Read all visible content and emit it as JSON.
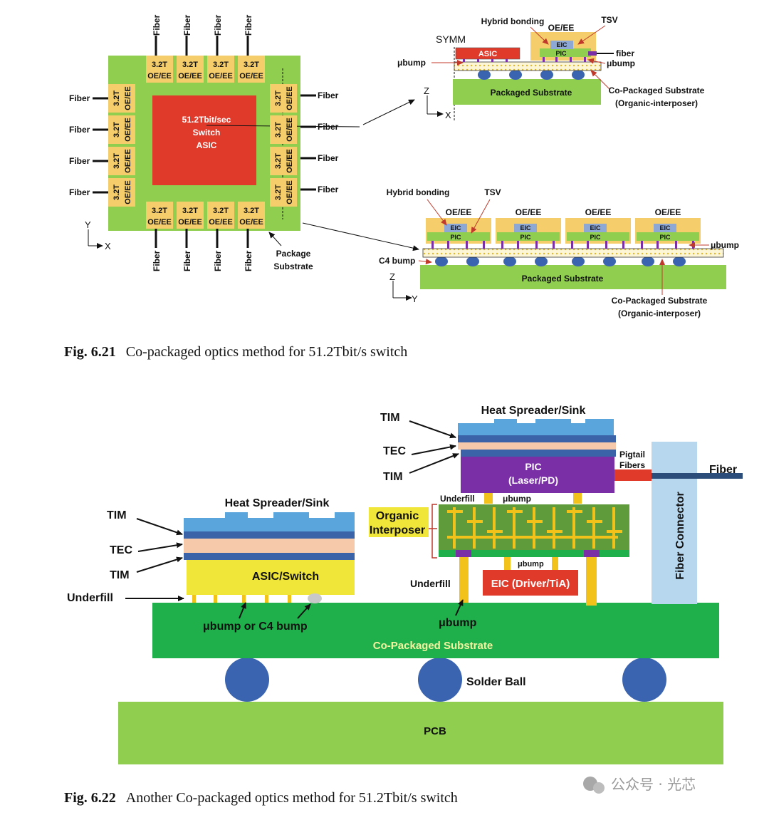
{
  "fig621": {
    "fiber": "Fiber",
    "module_rate": "3.2T",
    "module_type": "OE/EE",
    "asic_line1": "51.2Tbit/sec",
    "asic_line2": "Switch",
    "asic_line3": "ASIC",
    "package_substrate_1": "Package",
    "package_substrate_2": "Substrate",
    "axis_y": "Y",
    "axis_x": "X",
    "axis_z": "Z",
    "symm": "SYMM",
    "asic": "ASIC",
    "ubump": "μbump",
    "hybrid_bonding": "Hybrid bonding",
    "tsv": "TSV",
    "oe_ee": "OE/EE",
    "eic": "EIC",
    "pic": "PIC",
    "fiber_lower": "fiber",
    "packaged_substrate": "Packaged Substrate",
    "co_packaged_substrate": "Co-Packaged Substrate",
    "organic_interposer_paren": "(Organic-interposer)",
    "c4_bump": "C4 bump",
    "caption_num": "Fig. 6.21",
    "caption_text": "Co-packaged optics method for 51.2Tbit/s switch"
  },
  "fig622": {
    "tim": "TIM",
    "tec": "TEC",
    "heat_spreader": "Heat Spreader/Sink",
    "asic_switch": "ASIC/Switch",
    "underfill": "Underfill",
    "ubump_or_c4": "μbump or C4 bump",
    "pic_line1": "PIC",
    "pic_line2": "(Laser/PD)",
    "pigtail_1": "Pigtail",
    "pigtail_2": "Fibers",
    "fiber": "Fiber",
    "fiber_connector": "Fiber Connector",
    "underfill_small": "Underfill",
    "ubump": "μbump",
    "organic_1": "Organic",
    "organic_2": "Interposer",
    "eic": "EIC (Driver/TiA)",
    "co_packaged_substrate": "Co-Packaged Substrate",
    "solder_ball": "Solder Ball",
    "pcb": "PCB",
    "caption_num": "Fig. 6.22",
    "caption_text": "Another Co-packaged optics method for 51.2Tbit/s switch"
  },
  "watermark": "公众号 · 光芯",
  "colors": {
    "green_substrate": "#8fce4f",
    "green_dark": "#1fb04c",
    "asic_red": "#e03a2b",
    "module_yellow": "#f5cd6a",
    "eic_blue": "#8ea8d6",
    "pic_purple": "#7a2fa6",
    "asic_yellow": "#f0e63a",
    "tim_blue": "#6a9fd4",
    "tec_peach": "#f6c9ab",
    "connector_blue": "#b7d7ee",
    "ball_blue": "#3a64b0",
    "interposer_green": "#5f9b3a",
    "trace_yellow": "#f2c21a"
  }
}
